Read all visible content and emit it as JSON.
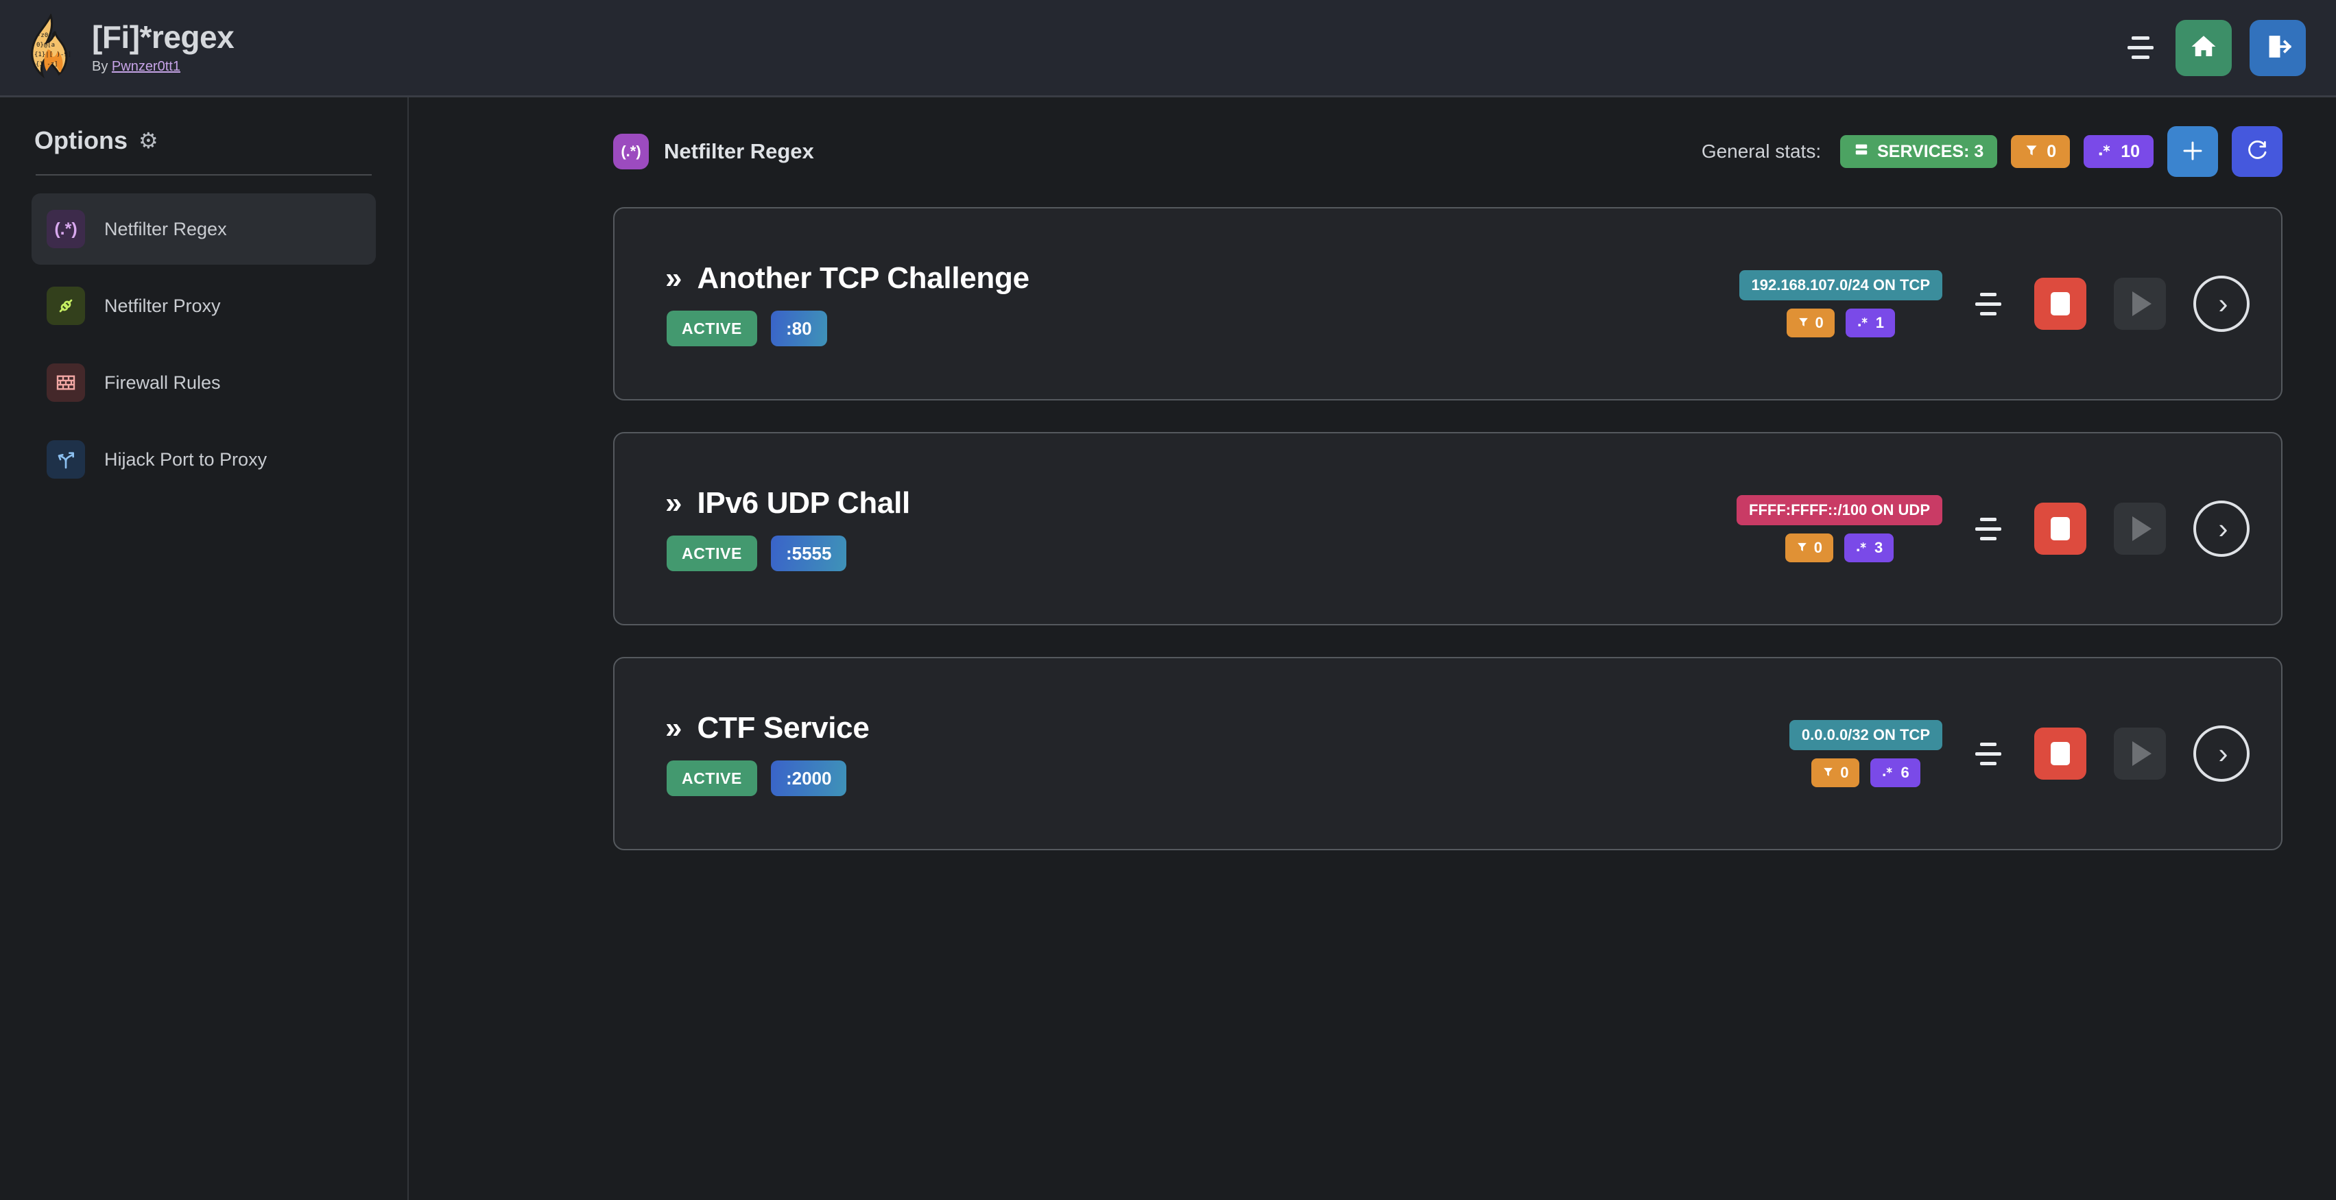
{
  "topbar": {
    "logo_icon": "flame-regex-logo",
    "title": "[Fi]*regex",
    "by_prefix": "By ",
    "author": "Pwnzer0tt1",
    "menu_icon": "hamburger-menu-icon",
    "home_icon": "home-icon",
    "logout_icon": "logout-icon"
  },
  "sidebar": {
    "heading": "Options",
    "gear_icon": "gear-icon",
    "items": [
      {
        "label": "Netfilter Regex",
        "icon": "regex-icon",
        "glyph": "(.*)",
        "active": true
      },
      {
        "label": "Netfilter Proxy",
        "icon": "plug-icon",
        "glyph": "",
        "active": false
      },
      {
        "label": "Firewall Rules",
        "icon": "brick-wall-icon",
        "glyph": "",
        "active": false
      },
      {
        "label": "Hijack Port to Proxy",
        "icon": "fork-arrows-icon",
        "glyph": "",
        "active": false
      }
    ]
  },
  "main": {
    "page_icon": "regex-icon",
    "page_icon_glyph": "(.*)",
    "page_title": "Netfilter Regex",
    "stats": {
      "label": "General stats:",
      "services_icon": "server-icon",
      "services_text": "SERVICES: 3",
      "filters_icon": "filter-icon",
      "filters_count": "0",
      "regex_icon": "regex-dot-star-icon",
      "regex_count": "10",
      "add_icon": "plus-icon",
      "refresh_icon": "refresh-icon"
    },
    "services": [
      {
        "chevron": "»",
        "name": "Another TCP Challenge",
        "status": "ACTIVE",
        "port": ":80",
        "network": "192.168.107.0/24 ON TCP",
        "network_proto": "tcp",
        "filters_icon": "filter-icon",
        "filters_count": "0",
        "regex_icon": "regex-dot-star-icon",
        "regex_count": "1",
        "sort_icon": "sort-icon",
        "stop_icon": "stop-icon",
        "start_icon": "play-icon",
        "detail_icon": "chevron-right-icon"
      },
      {
        "chevron": "»",
        "name": "IPv6 UDP Chall",
        "status": "ACTIVE",
        "port": ":5555",
        "network": "FFFF:FFFF::/100 ON UDP",
        "network_proto": "udp",
        "filters_icon": "filter-icon",
        "filters_count": "0",
        "regex_icon": "regex-dot-star-icon",
        "regex_count": "3",
        "sort_icon": "sort-icon",
        "stop_icon": "stop-icon",
        "start_icon": "play-icon",
        "detail_icon": "chevron-right-icon"
      },
      {
        "chevron": "»",
        "name": "CTF Service",
        "status": "ACTIVE",
        "port": ":2000",
        "network": "0.0.0.0/32 ON TCP",
        "network_proto": "tcp",
        "filters_icon": "filter-icon",
        "filters_count": "0",
        "regex_icon": "regex-dot-star-icon",
        "regex_count": "6",
        "sort_icon": "sort-icon",
        "stop_icon": "stop-icon",
        "start_icon": "play-icon",
        "detail_icon": "chevron-right-icon"
      }
    ]
  },
  "colors": {
    "accent_green": "#43996f",
    "accent_red": "#dd4b3e",
    "accent_orange": "#e09135",
    "accent_purple": "#7a4ae8",
    "accent_blue": "#3b84cf",
    "accent_teal": "#3b8d9c",
    "accent_pink": "#c93b65"
  }
}
